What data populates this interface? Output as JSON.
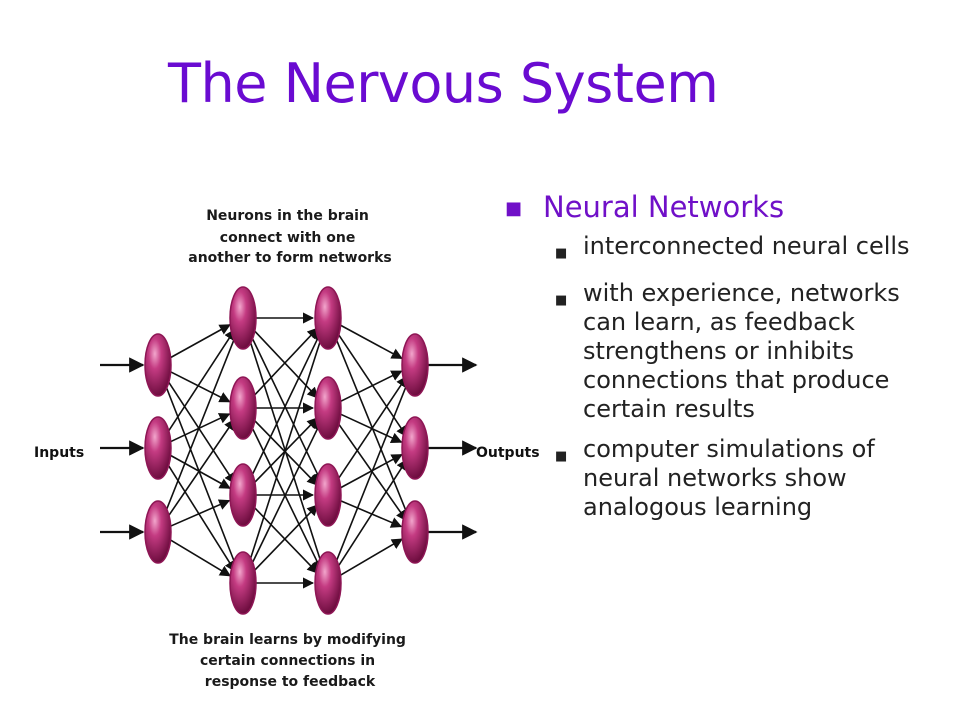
{
  "slide": {
    "title": "The Nervous System"
  },
  "diagram": {
    "top_caption": [
      "Neurons in the brain",
      "connect with one",
      "another to form networks"
    ],
    "bottom_caption": [
      "The brain learns by modifying",
      "certain connections in",
      "response to feedback"
    ],
    "inputs_label": "Inputs",
    "outputs_label": "Outputs",
    "layers": [
      3,
      4,
      4,
      3
    ],
    "neuron_color": "#8e1655",
    "neuron_highlight": "#f2a6cc"
  },
  "bullets": {
    "heading": "Neural Networks",
    "items": [
      "interconnected neural cells",
      "with experience, networks can learn, as feedback strengthens or inhibits connections that produce certain results",
      "computer simulations of neural networks show analogous learning"
    ]
  }
}
